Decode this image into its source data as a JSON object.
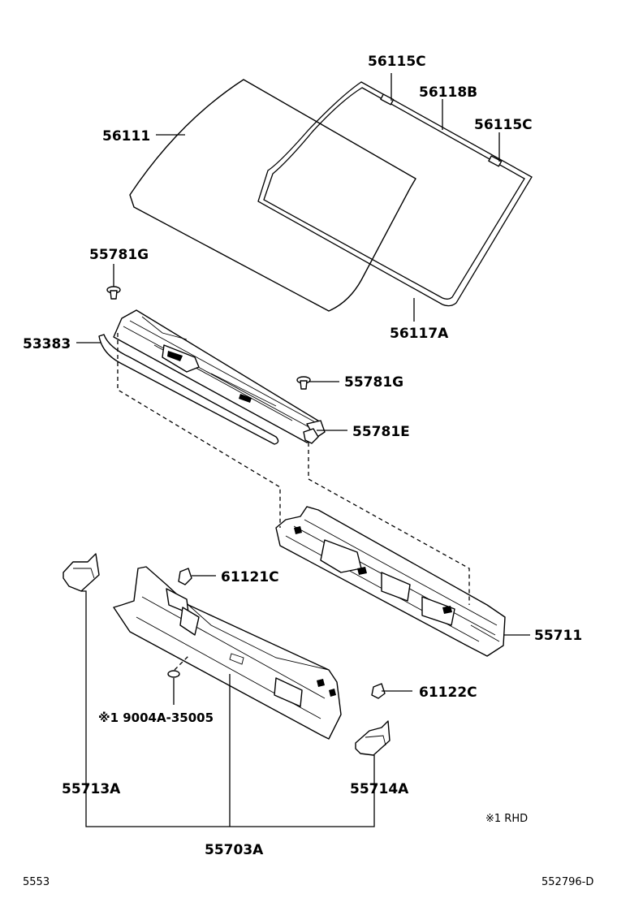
{
  "labels": {
    "p56115C_top": "56115C",
    "p56118B": "56118B",
    "p56115C_right": "56115C",
    "p56111": "56111",
    "p55781G_left": "55781G",
    "p53383": "53383",
    "p56117A": "56117A",
    "p55781G_right": "55781G",
    "p55781E": "55781E",
    "p61121C": "61121C",
    "p55711": "55711",
    "p61122C": "61122C",
    "p9004A": "※1 9004A-35005",
    "p55713A": "55713A",
    "p55714A": "55714A",
    "p55703A": "55703A",
    "note_rhd": "※1  RHD",
    "footer_left": "5553",
    "footer_right": "552796-D"
  }
}
